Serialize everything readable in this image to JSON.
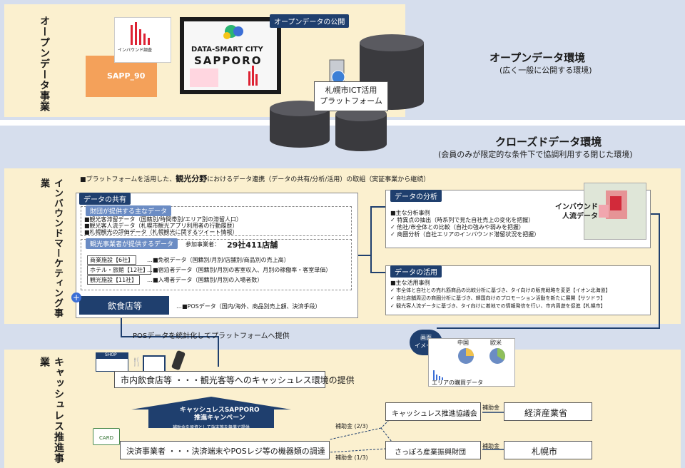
{
  "open_env": {
    "section_label": "オープンデータ事業",
    "title": "オープンデータ環境",
    "subtitle": "(広く一般に公開する環境)",
    "publish_label": "オープンデータの公開",
    "site_title_top": "DATA-SMART CITY",
    "site_title_main": "SAPPORO",
    "thumb1_title": "インバウンド調査",
    "thumb2_text": "SAPP_90",
    "platform_label": "札幌市ICT活用\nプラットフォーム"
  },
  "closed_env": {
    "title": "クローズドデータ環境",
    "subtitle": "(会員のみが限定的な条件下で協調利用する閉じた環境)"
  },
  "inbound": {
    "section_label": "インバウンドマーケティング事業",
    "intro_prefix": "■プラットフォームを活用した、",
    "intro_bold": "観光分野",
    "intro_suffix": "におけるデータ連携（データの共有/分析/活用）の取組（実証事業から継続）",
    "share": {
      "header": "データの共有",
      "foundation_header": "財団が提供する主なデータ",
      "foundation_items": [
        "■観光客滞留データ（国籍別/時間帯別/エリア別の滞留人口）",
        "■観光客人流データ（札幌市観光アプリ利用者の行動履歴）",
        "■札幌観光の評価データ（札幌観光に関するツイート情報）"
      ],
      "business_header": "観光事業者が提供するデータ",
      "participants_label": "参加事業者：",
      "participants_value": "29社411店舗",
      "rows": [
        {
          "tag": "商業施設【6社】",
          "text": "…■免税データ（国籍別/月別/店舗別/商品別の売上高）"
        },
        {
          "tag": "ホテル・旅館【12社】",
          "text": "…■宿泊者データ（国籍別/月別の客室収入、月別の稼働率・客室単価）"
        },
        {
          "tag": "観光施設【11社】",
          "text": "…■入場者データ（国籍別/月別の入場者数）"
        }
      ],
      "restaurant_label": "飲食店等",
      "pos_text": "…■POSデータ（国内/海外、商品別売上額、決済手段）"
    },
    "analysis": {
      "header": "データの分析",
      "items": [
        "■主な分析事例",
        "✓ 特異点の抽出（時系列で見た自社売上の変化を把握）",
        "✓ 他社/市全体との比較（自社の強みや弱みを把握）",
        "✓ 商圏分析（自社エリアのインバウンド潜留状況を把握）"
      ],
      "map_label": "インバウンド\n人流データ"
    },
    "use": {
      "header": "データの活用",
      "items": [
        "■主な活用事例",
        "✓ 市全体と自社との売れ筋商品の比較分析に基づき、タイ向けの販売戦略を変更【イオン北海道】",
        "✓ 自社店舗周辺の商圏分析に基づき、韓国向けのプロモーション活動を新たに展開【サツドラ】",
        "✓ 観光客人流データに基づき、タイ向けに着地での情報発信を行い、市内周遊を促進【札幌市】"
      ]
    },
    "pos_flow_label": "POSデータを統計化してプラットフォームへ提供",
    "screen_image_label": "画面\nイメージ",
    "screen_china": "中国",
    "screen_euro": "欧米",
    "screen_caption": "エリアの購買データ"
  },
  "cashless": {
    "section_label": "キャッシュレス推進事業",
    "shop_sign": "SHOP",
    "restaurants_box": "市内飲食店等 ・・・観光客等へのキャッシュレス環境の提供",
    "campaign_title": "キャッシュレスSAPPORO\n推進キャンペーン",
    "campaign_sub": "補助金を原資として端末等を無償で提供",
    "card_label": "CARD",
    "payment_box": "決済事業者 ・・・決済端末やPOSレジ等の機器類の調達",
    "council": "キャッシュレス推進協議会",
    "meti": "経済産業省",
    "foundation": "さっぽろ産業振興財団",
    "city": "札幌市",
    "subsidy": "補助金",
    "subsidy_23": "補助金 (2/3)",
    "subsidy_13": "補助金 (1/3)"
  },
  "colors": {
    "band_top": "#fbf0cf",
    "band_blue": "#d6deed",
    "navy": "#1f3f6e",
    "cylinder": "#3a3a3e"
  }
}
